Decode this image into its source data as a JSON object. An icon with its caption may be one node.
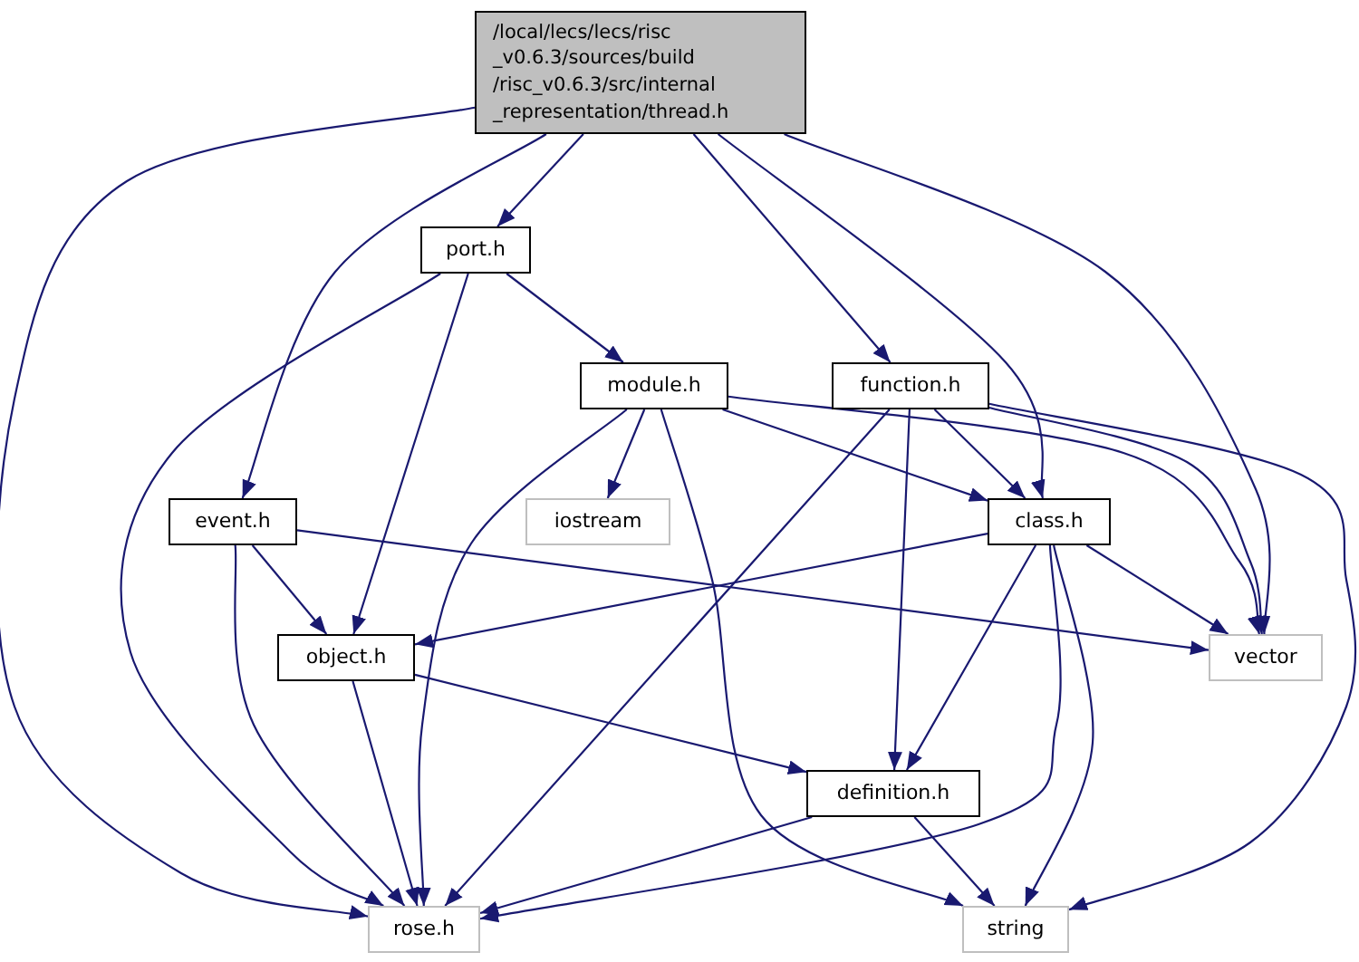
{
  "diagram": {
    "nodes": [
      {
        "text": [
          "/local/lecs/lecs/risc _v0.6.3/sources/build /risc_v0.6.3/src/internal _representation/thread.h"
        ]
      },
      {
        "text": [
          "port.h"
        ]
      },
      {
        "text": [
          "module.h"
        ]
      },
      {
        "text": [
          "function.h"
        ]
      },
      {
        "text": [
          "event.h"
        ]
      },
      {
        "text": [
          "iostream"
        ]
      },
      {
        "text": [
          "class.h"
        ]
      },
      {
        "text": [
          "object.h"
        ]
      },
      {
        "text": [
          "vector"
        ]
      },
      {
        "text": [
          "definition.h"
        ]
      },
      {
        "text": [
          "rose.h"
        ]
      },
      {
        "text": [
          "string"
        ]
      }
    ],
    "edges": [
      {
        "from": 0,
        "to": 10,
        "arrow": "to"
      },
      {
        "from": 0,
        "to": 4,
        "arrow": "to"
      },
      {
        "from": 0,
        "to": 1,
        "arrow": "to"
      },
      {
        "from": 0,
        "to": 3,
        "arrow": "to"
      },
      {
        "from": 0,
        "to": 6,
        "arrow": "to"
      },
      {
        "from": 0,
        "to": 8,
        "arrow": "to"
      },
      {
        "from": 1,
        "to": 10,
        "arrow": "to"
      },
      {
        "from": 1,
        "to": 7,
        "arrow": "to"
      },
      {
        "from": 1,
        "to": 2,
        "arrow": "to"
      },
      {
        "from": 2,
        "to": 10,
        "arrow": "to"
      },
      {
        "from": 2,
        "to": 5,
        "arrow": "to"
      },
      {
        "from": 2,
        "to": 11,
        "arrow": "to"
      },
      {
        "from": 2,
        "to": 6,
        "arrow": "to"
      },
      {
        "from": 2,
        "to": 8,
        "arrow": "to"
      },
      {
        "from": 3,
        "to": 10,
        "arrow": "to"
      },
      {
        "from": 3,
        "to": 9,
        "arrow": "to"
      },
      {
        "from": 3,
        "to": 6,
        "arrow": "to"
      },
      {
        "from": 3,
        "to": 8,
        "arrow": "to"
      },
      {
        "from": 3,
        "to": 11,
        "arrow": "to"
      },
      {
        "from": 4,
        "to": 7,
        "arrow": "to"
      },
      {
        "from": 4,
        "to": 10,
        "arrow": "to"
      },
      {
        "from": 4,
        "to": 8,
        "arrow": "to"
      },
      {
        "from": 6,
        "to": 7,
        "arrow": "to"
      },
      {
        "from": 6,
        "to": 9,
        "arrow": "to"
      },
      {
        "from": 6,
        "to": 8,
        "arrow": "to"
      },
      {
        "from": 6,
        "to": 10,
        "arrow": "to"
      },
      {
        "from": 6,
        "to": 11,
        "arrow": "to"
      },
      {
        "from": 7,
        "to": 10,
        "arrow": "to"
      },
      {
        "from": 7,
        "to": 9,
        "arrow": "to"
      },
      {
        "from": 9,
        "to": 10,
        "arrow": "to"
      },
      {
        "from": 9,
        "to": 11,
        "arrow": "to"
      }
    ]
  }
}
